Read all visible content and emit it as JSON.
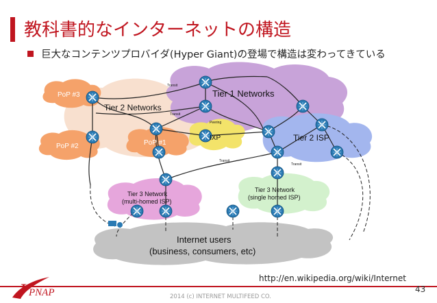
{
  "slide": {
    "title": "教科書的なインターネットの構造",
    "bullet": "巨大なコンテンツプロバイダ(Hyper Giant)の登場で構造は変わってきている",
    "source_url": "http://en.wikipedia.org/wiki/Internet",
    "copyright": "2014 (c) INTERNET MULTIFEED CO.",
    "page_number": "43"
  },
  "logo": {
    "text": "JPNAP",
    "letter_j": "J",
    "letters_pnap": "PNAP"
  },
  "diagram": {
    "clouds": {
      "tier1": "Tier 1 Networks",
      "tier2": "Tier 2 Networks",
      "tier2_isp": "Tier 2 ISP",
      "ixp": "IXP",
      "pop3": "PoP #3",
      "pop2": "PoP #2",
      "pop1": "PoP #1",
      "tier3_multi_l1": "Tier 3 Network",
      "tier3_multi_l2": "(multi-homed ISP)",
      "tier3_single_l1": "Tier 3 Network",
      "tier3_single_l2": "(single homed ISP)",
      "users_l1": "Internet users",
      "users_l2": "(business, consumers, etc)"
    },
    "link_labels": {
      "transit_a": "Transit",
      "transit_b": "Transit",
      "transit_c": "Transit",
      "transit_d": "Transit",
      "peering": "Peering"
    }
  },
  "colors": {
    "accent": "#c0151f",
    "tier1_cloud": "#c8a3d9",
    "tier2_cloud": "#f8e0cf",
    "tier2_isp_cloud": "#a3b6ee",
    "pop_cloud": "#f5a26a",
    "ixp_cloud": "#f3e36a",
    "tier3_multi_cloud": "#e6a6dc",
    "tier3_single_cloud": "#d3f1cd",
    "users_cloud": "#c3c3c3",
    "router": "#2a7ab3"
  }
}
